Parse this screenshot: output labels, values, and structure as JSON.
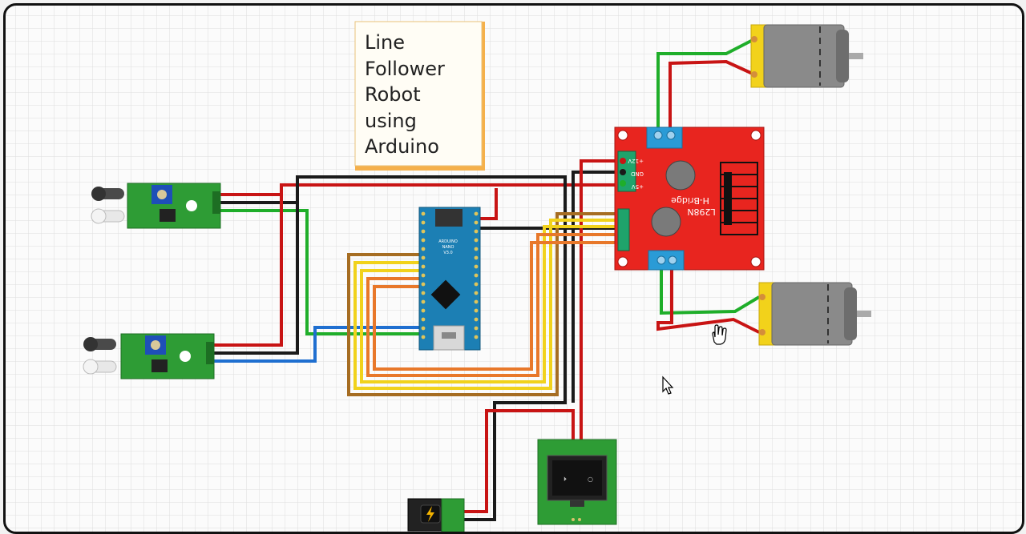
{
  "note": {
    "lines": [
      "Line",
      "Follower",
      "Robot",
      "using",
      "Arduino"
    ]
  },
  "arduino": {
    "brand": "ARDUINO",
    "model": "NANO",
    "version": "V3.0"
  },
  "motor_driver": {
    "chip_label": "L298N",
    "board_label": "H-Bridge",
    "pin_12v": "+12V",
    "pin_gnd": "GND",
    "pin_5v": "+5V"
  },
  "colors": {
    "wire_red": "#c81414",
    "wire_black": "#1a1a1a",
    "wire_green": "#1fae2a",
    "wire_blue": "#1f6fd0",
    "wire_yellow": "#f1d21c",
    "wire_orange": "#e8782a",
    "wire_brown": "#a66d22",
    "board_red": "#e8251f",
    "board_green": "#2e9c35",
    "arduino_blue": "#1c7fb4",
    "grid": "#dcdcdc"
  },
  "icons": {
    "pointer": "hand-cursor-icon",
    "arrow": "arrow-cursor-icon",
    "dc_jack": "lightning-icon"
  }
}
